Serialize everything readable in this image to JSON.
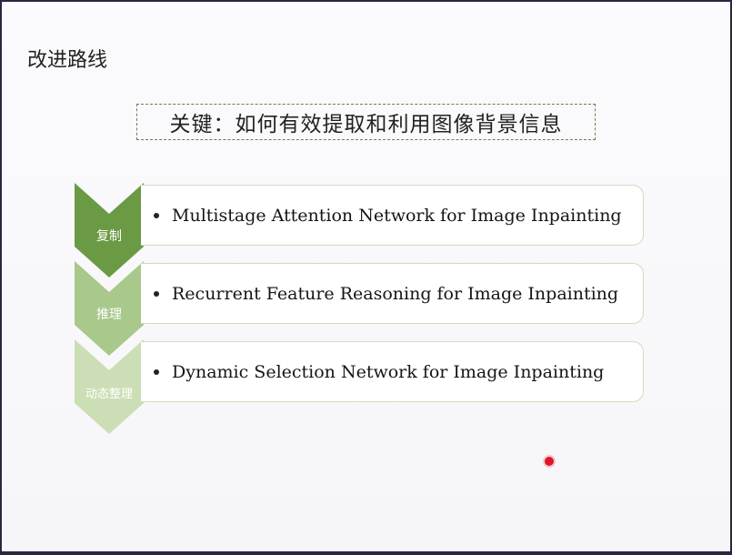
{
  "slide": {
    "title": "改进路线",
    "key_text": "关键：如何有效提取和利用图像背景信息"
  },
  "steps": [
    {
      "label": "复制",
      "text": "Multistage Attention Network for Image Inpainting",
      "color": "#6a9a43"
    },
    {
      "label": "推理",
      "text": "Recurrent Feature Reasoning for Image Inpainting",
      "color": "#a8c88c"
    },
    {
      "label": "动态整理",
      "text": "Dynamic Selection Network for Image Inpainting",
      "color": "#cbdeb5"
    }
  ],
  "colors": {
    "card_border": "#cfdcbf",
    "pointer": "#e2142a"
  }
}
